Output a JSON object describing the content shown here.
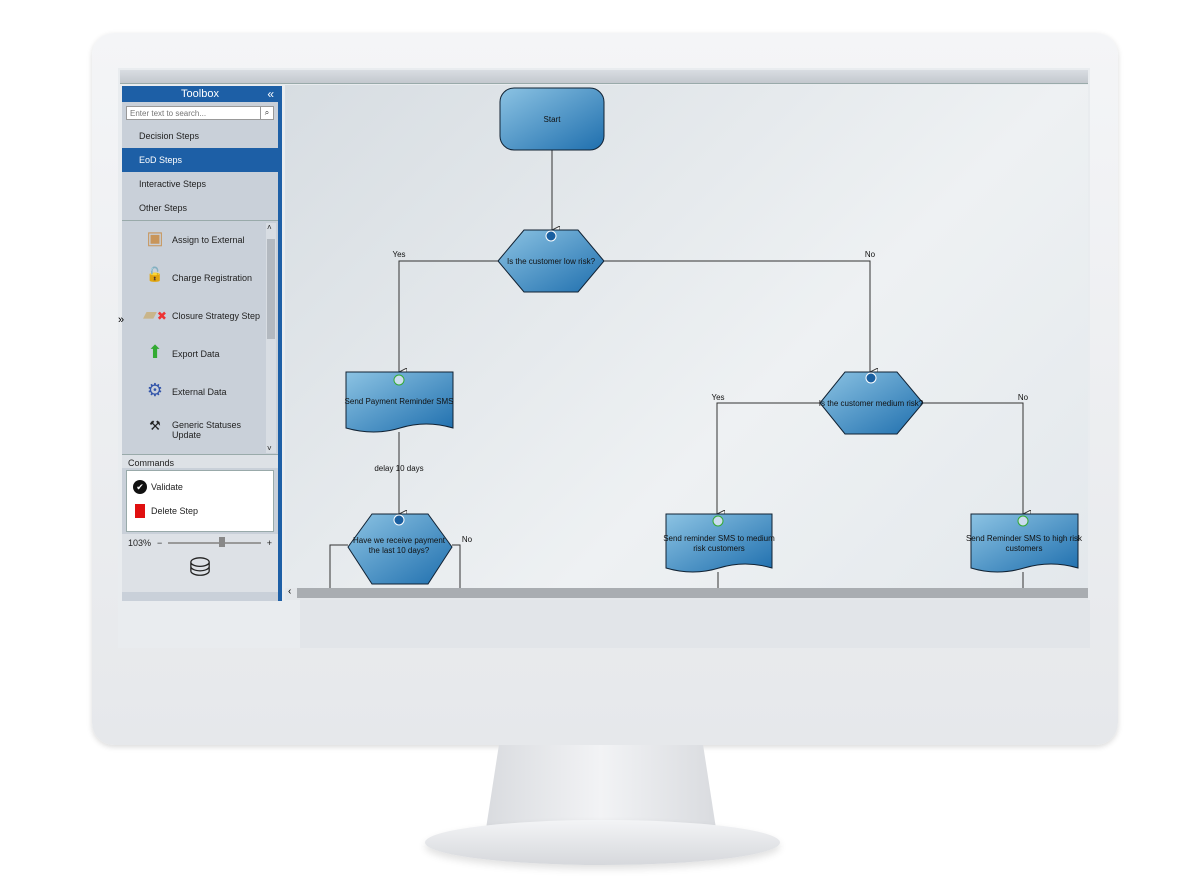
{
  "toolbox": {
    "title": "Toolbox",
    "search_placeholder": "Enter text to search...",
    "categories": [
      "Decision Steps",
      "EoD Steps",
      "Interactive Steps",
      "Other Steps"
    ],
    "selected_category": "EoD Steps",
    "items": [
      {
        "label": "Assign to External",
        "icon": "box-arrow-icon"
      },
      {
        "label": "Charge Registration",
        "icon": "dollar-lock-icon"
      },
      {
        "label": "Closure Strategy Step",
        "icon": "folder-x-icon"
      },
      {
        "label": "Export Data",
        "icon": "up-arrow-icon"
      },
      {
        "label": "External Data",
        "icon": "truck-gear-icon"
      },
      {
        "label": "Generic Statuses Update",
        "icon": "gavel-icon"
      }
    ],
    "commands_title": "Commands",
    "commands": [
      "Validate",
      "Delete Step"
    ],
    "zoom": "103%"
  },
  "diagram": {
    "start": "Start",
    "q1": "Is the customer low risk?",
    "yes": "Yes",
    "no": "No",
    "step1": "Send Payment Reminder SMS",
    "delay": "delay 10 days",
    "q3": [
      "Have we receive payment",
      "the last 10 days?"
    ],
    "q2": "Is the customer medium risk?",
    "step2": [
      "Send reminder SMS to medium",
      "risk customers"
    ],
    "step3": [
      "Send Reminder SMS to high risk",
      "customers"
    ]
  },
  "colors": {
    "accent": "#1d5fa6",
    "shape": "#2f86be"
  }
}
